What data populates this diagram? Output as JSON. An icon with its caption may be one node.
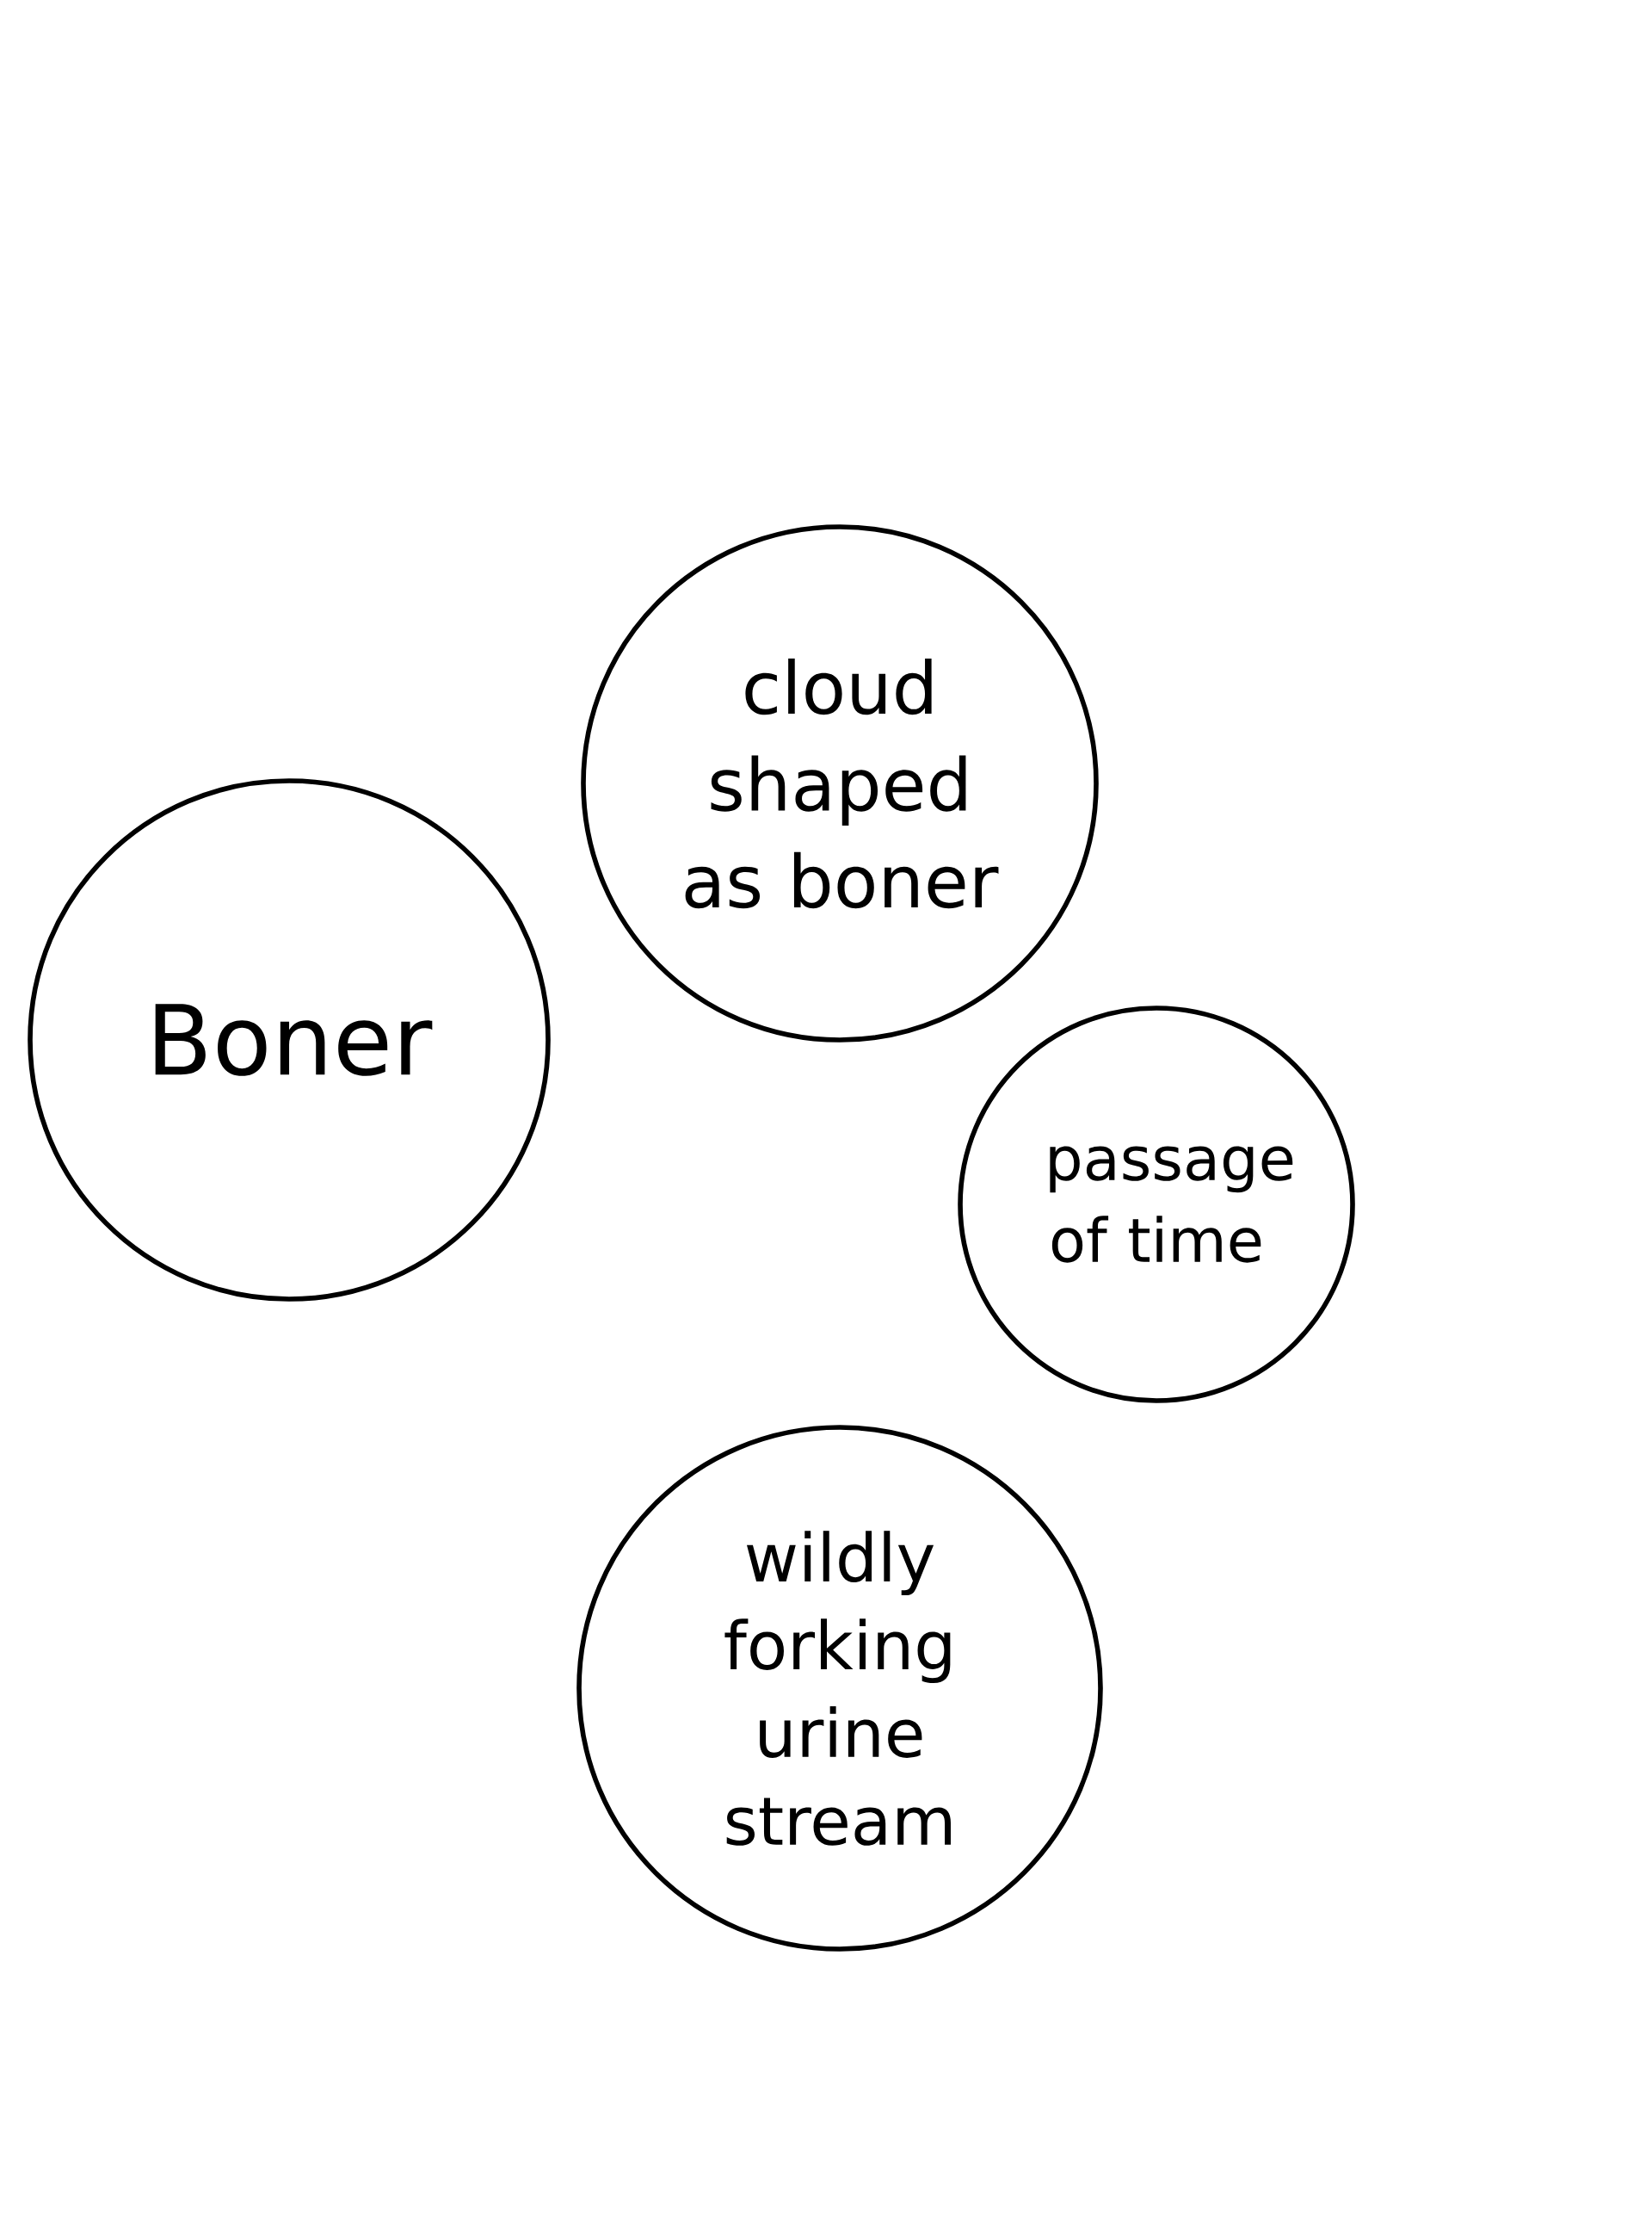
{
  "diagram": {
    "nodes": [
      {
        "text": [
          "cloud shaped as boner"
        ]
      },
      {
        "text": [
          "Boner"
        ]
      },
      {
        "text": [
          "passage of time"
        ]
      },
      {
        "text": [
          "wildly forking urine stream"
        ]
      }
    ]
  }
}
